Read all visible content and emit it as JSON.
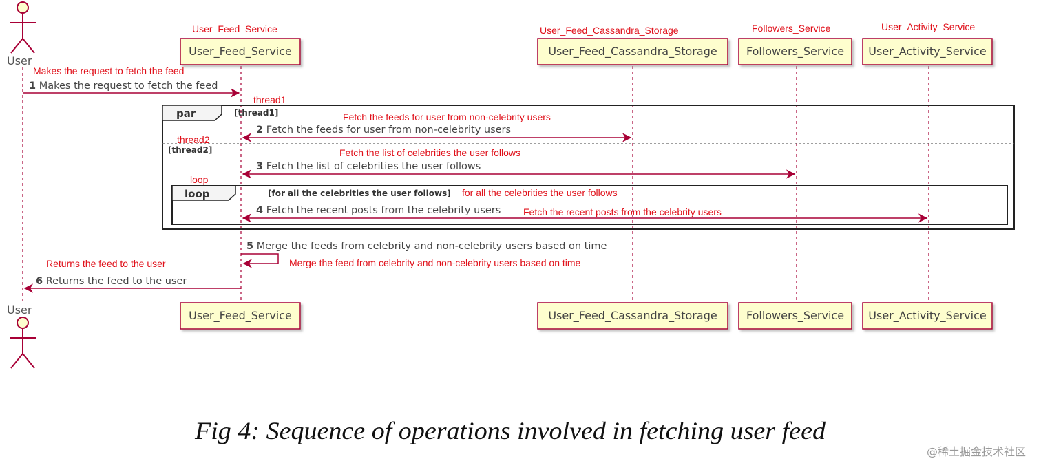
{
  "participants": {
    "user": "User",
    "feed_service": "User_Feed_Service",
    "cassandra": "User_Feed_Cassandra_Storage",
    "followers": "Followers_Service",
    "activity": "User_Activity_Service"
  },
  "messages": {
    "m1": {
      "num": "1",
      "text": "Makes the request to fetch the feed"
    },
    "m2": {
      "num": "2",
      "text": "Fetch the feeds for user from non-celebrity users"
    },
    "m3": {
      "num": "3",
      "text": "Fetch the list of celebrities the user follows"
    },
    "m4": {
      "num": "4",
      "text": "Fetch the recent posts from the celebrity users"
    },
    "m5": {
      "num": "5",
      "text": "Merge the feeds from celebrity and non-celebrity users based on time"
    },
    "m6": {
      "num": "6",
      "text": "Returns the feed to the user"
    }
  },
  "frames": {
    "par_keyword": "par",
    "thread1_cond": "[thread1]",
    "thread2_cond": "[thread2]",
    "loop_keyword": "loop",
    "loop_cond": "[for all the celebrities the user follows]"
  },
  "annotations": {
    "feed_service": "User_Feed_Service",
    "cassandra": "User_Feed_Cassandra_Storage",
    "followers": "Followers_Service",
    "activity": "User_Activity_Service",
    "m1": "Makes the request to fetch the feed",
    "thread1": "thread1",
    "m2": "Fetch the feeds for user from non-celebrity users",
    "thread2": "thread2",
    "m3": "Fetch the list of celebrities the user follows",
    "loop": "loop",
    "loop_cond": "for all the celebrities the user follows",
    "m4": "Fetch the recent posts from the celebrity users",
    "m5": "Merge the feed from celebrity and non-celebrity users based on time",
    "m6": "Returns the feed to the user"
  },
  "caption": "Fig 4: Sequence of operations involved in fetching user feed",
  "watermark": "@稀土掘金技术社区",
  "colors": {
    "participant_fill": "#fefece",
    "participant_border": "#a80036",
    "arrow": "#a80036",
    "annotation": "#e0101a"
  }
}
